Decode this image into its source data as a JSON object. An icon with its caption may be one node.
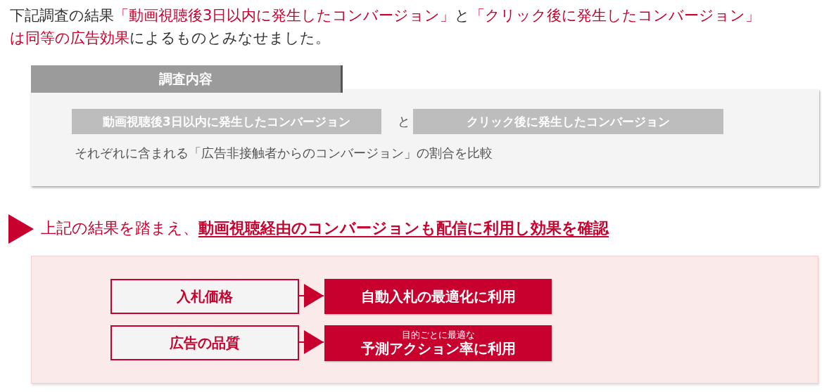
{
  "diagram": {
    "title": "下記調査の結果**「動画視聴後3日以内に発生したコンバージョン」**と**「クリック後に発生したコンバージョン」は同等の広告効果**によるものとみなせました。",
    "nodes": [
      {
        "text": [
          "調査内容",
          "それぞれに含まれる「広告非接触者からのコンバージョン」の割合を比較"
        ]
      },
      {
        "text": [
          "動画視聴後3日以内に発生したコンバージョン"
        ],
        "in": 0
      },
      {
        "text": [
          "クリック後に発生したコンバージョン"
        ],
        "in": 0
      },
      {
        "text": [],
        "shape": "box"
      },
      {
        "text": [
          "入札価格"
        ],
        "in": 3
      },
      {
        "text": [
          "自動入札の最適化に利用"
        ],
        "in": 3
      },
      {
        "text": [
          "広告の品質"
        ],
        "in": 3
      },
      {
        "text": [
          "目的ごとに最適な",
          "予測アクション率に利用"
        ],
        "in": 3
      }
    ],
    "edges": [
      {
        "from": 4,
        "to": 5,
        "arrow": "to"
      },
      {
        "from": 6,
        "to": 7,
        "arrow": "to"
      }
    ],
    "labels": [
      "と",
      "上記の結果を踏まえ、**動画視聴経由のコンバージョンも配信に利用し効果を確認**"
    ]
  }
}
